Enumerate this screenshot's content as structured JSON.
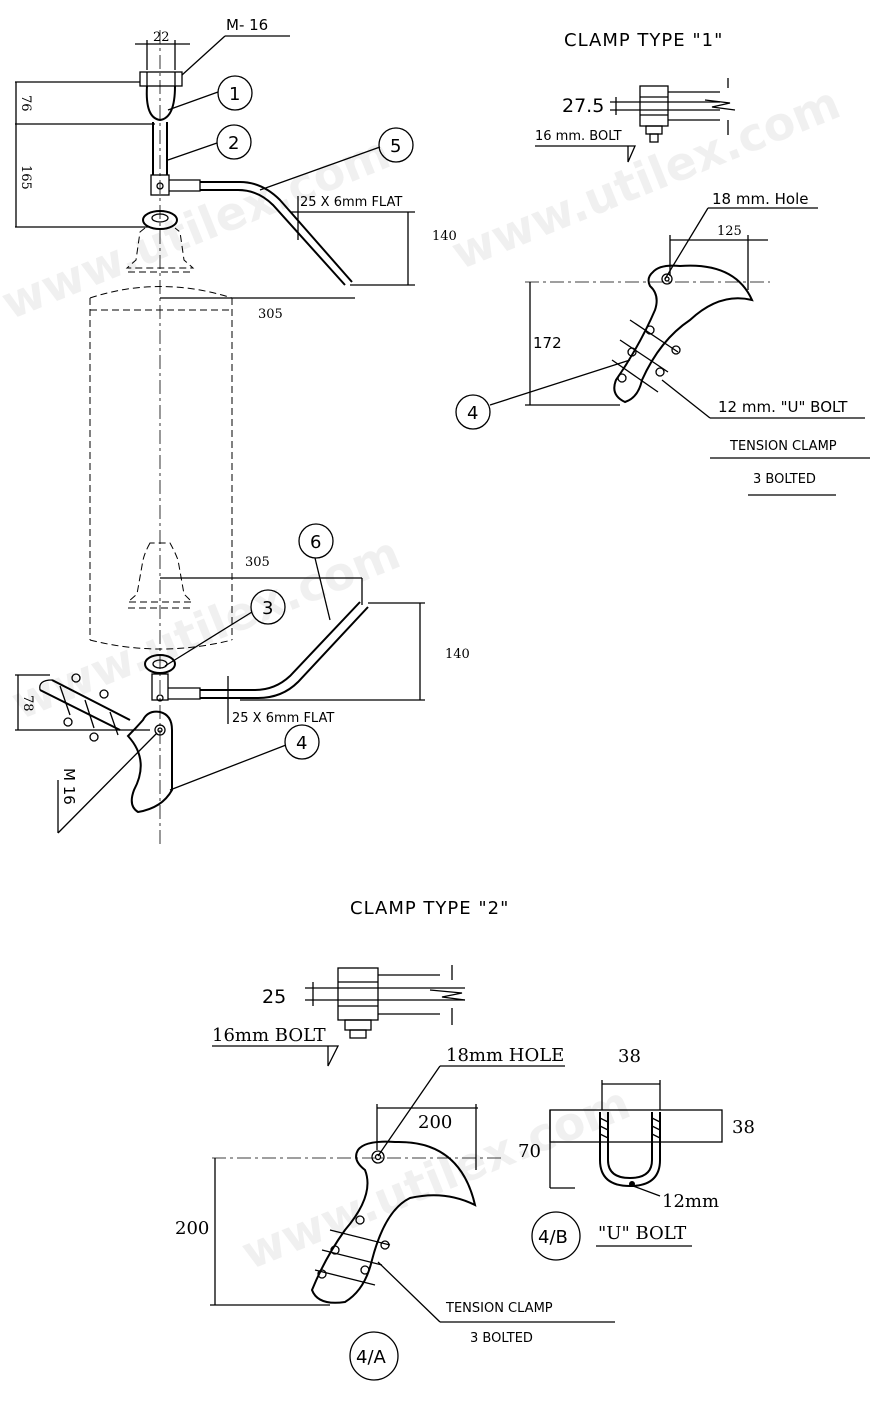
{
  "watermark": "www.utilex.com",
  "titles": {
    "clamp1": "CLAMP TYPE \"1\"",
    "clamp2": "CLAMP TYPE \"2\""
  },
  "bubbles": {
    "b1": "1",
    "b2": "2",
    "b3": "3",
    "b4": "4",
    "b5": "5",
    "b6": "6",
    "b4_top": "4",
    "b4a": "4/A",
    "b4b": "4/B"
  },
  "main": {
    "dim_22": "22",
    "m16_top": "M- 16",
    "dim_76": "76",
    "dim_165": "165",
    "flat_top": "25 X 6mm FLAT",
    "dim_140_top": "140",
    "dim_305_top": "305",
    "dim_305_bot": "305",
    "dim_140_bot": "140",
    "dim_78": "78",
    "flat_bot": "25 X 6mm FLAT",
    "m16_bot": "M 16"
  },
  "clamp1": {
    "dim_275": "27.5",
    "bolt": "16 mm. BOLT",
    "hole": "18 mm. Hole",
    "dim_125": "125",
    "dim_172": "172",
    "ubolt": "12 mm. \"U\" BOLT",
    "tension": "TENSION CLAMP",
    "bolted": "3 BOLTED"
  },
  "clamp2": {
    "dim_25": "25",
    "bolt": "16mm BOLT",
    "hole": "18mm HOLE",
    "dim_200_h": "200",
    "dim_200_v": "200",
    "dim_70": "70",
    "dim_38_top": "38",
    "dim_38_right": "38",
    "dim_12mm": "12mm",
    "ubolt": "\"U\" BOLT",
    "tension": "TENSION CLAMP",
    "bolted": "3 BOLTED"
  }
}
